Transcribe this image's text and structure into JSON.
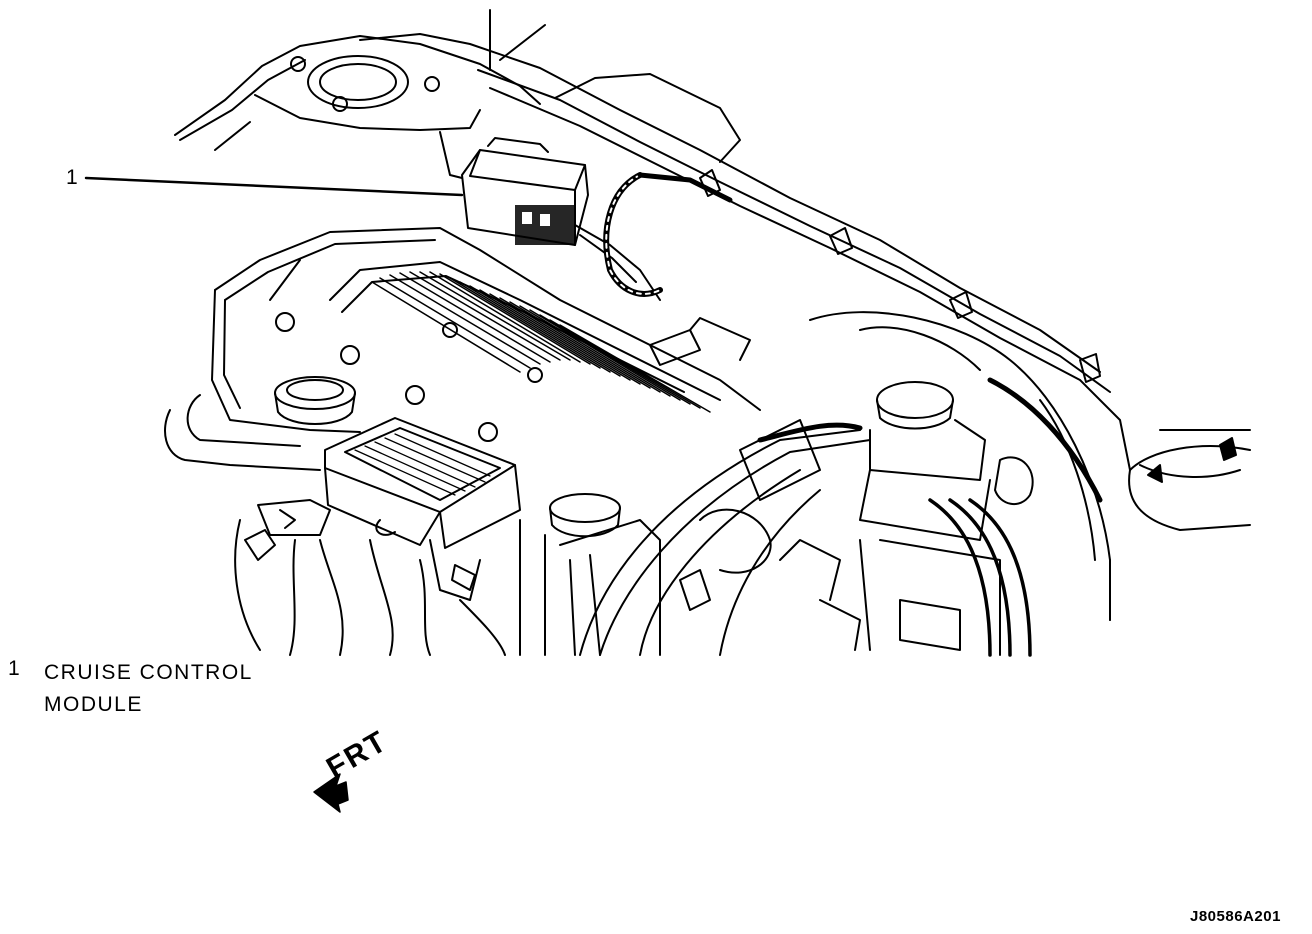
{
  "callouts": [
    {
      "number": "1"
    }
  ],
  "legend": [
    {
      "number": "1",
      "label": "CRUISE CONTROL MODULE"
    }
  ],
  "orientation": {
    "label": "FRT"
  },
  "figure_code": "J80586A201"
}
